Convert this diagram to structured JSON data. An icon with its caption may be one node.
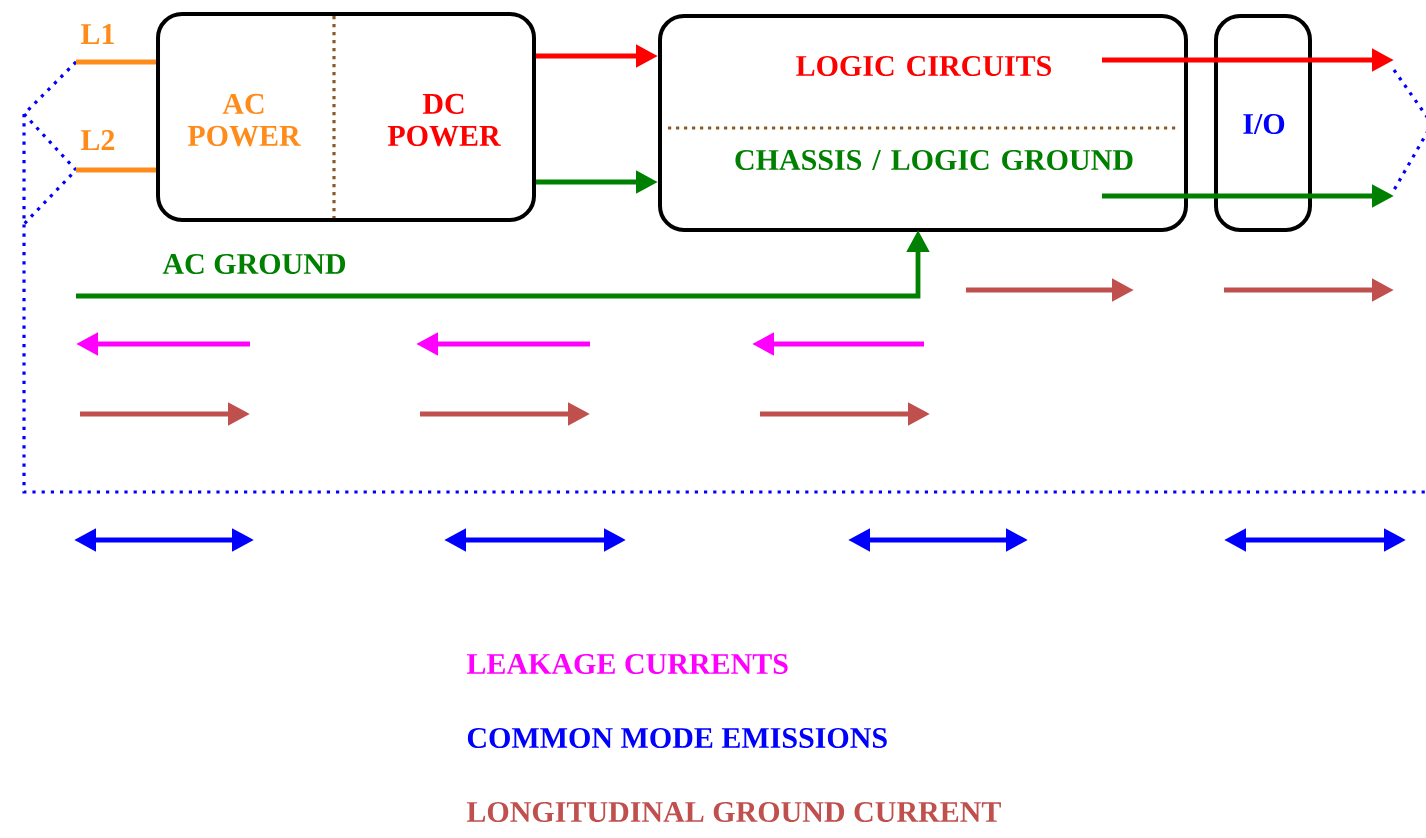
{
  "diagram": {
    "nodes": [
      {
        "text": [
          "AC POWER",
          "DC POWER"
        ]
      },
      {
        "text": [
          "LOGIC CIRCUITS",
          "CHASSIS / LOGIC GROUND"
        ]
      },
      {
        "text": [
          "I/O"
        ]
      },
      {
        "text": [
          "L1"
        ]
      },
      {
        "text": [
          "L2"
        ]
      },
      {
        "text": [
          "AC GROUND"
        ]
      }
    ],
    "edges": [
      {
        "from": 3,
        "to": 0,
        "arrow": "none",
        "color": "#ff8c1a"
      },
      {
        "from": 4,
        "to": 0,
        "arrow": "none",
        "color": "#ff8c1a"
      },
      {
        "from": 0,
        "to": 1,
        "arrow": "to",
        "color": "#ff0000"
      },
      {
        "from": 0,
        "to": 1,
        "arrow": "to",
        "color": "#008000"
      },
      {
        "from": 5,
        "to": 1,
        "arrow": "to",
        "color": "#008000"
      },
      {
        "from": 1,
        "to": null,
        "arrow": "to",
        "color": "#ff0000"
      },
      {
        "from": 1,
        "to": null,
        "arrow": "to",
        "color": "#008000"
      }
    ],
    "legend": [
      {
        "text": "LEAKAGE CURRENTS",
        "color": "#ff00ff"
      },
      {
        "text": "COMMON MODE EMISSIONS",
        "color": "#0000ff"
      },
      {
        "text": "LONGITUDINAL GROUND CURRENT",
        "color": "#c0504d"
      }
    ]
  }
}
